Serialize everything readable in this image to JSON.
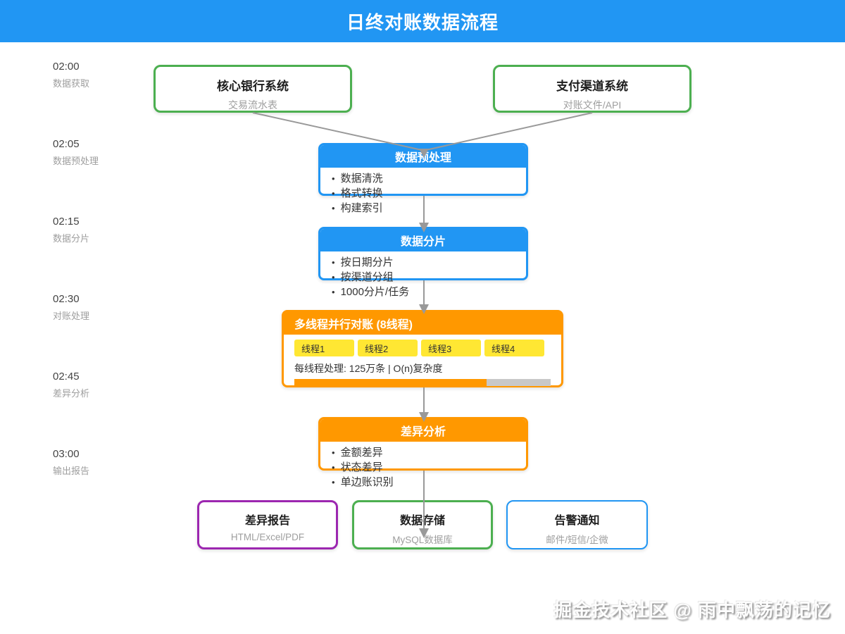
{
  "header": {
    "title": "日终对账数据流程"
  },
  "timeline": [
    {
      "time": "02:00",
      "label": "数据获取"
    },
    {
      "time": "02:05",
      "label": "数据预处理"
    },
    {
      "time": "02:15",
      "label": "数据分片"
    },
    {
      "time": "02:30",
      "label": "对账处理"
    },
    {
      "time": "02:45",
      "label": "差异分析"
    },
    {
      "time": "03:00",
      "label": "输出报告"
    }
  ],
  "sources": [
    {
      "title": "核心银行系统",
      "subtitle": "交易流水表"
    },
    {
      "title": "支付渠道系统",
      "subtitle": "对账文件/API"
    }
  ],
  "preprocess": {
    "title": "数据预处理",
    "items": [
      "数据清洗",
      "格式转换",
      "构建索引"
    ]
  },
  "sharding": {
    "title": "数据分片",
    "items": [
      "按日期分片",
      "按渠道分组",
      "1000分片/任务"
    ]
  },
  "parallel": {
    "title": "多线程并行对账 (8线程)",
    "threads": [
      "线程1",
      "线程2",
      "线程3",
      "线程4"
    ],
    "note": "每线程处理: 125万条 | O(n)复杂度",
    "progress_percent": 75
  },
  "diff": {
    "title": "差异分析",
    "items": [
      "金额差异",
      "状态差异",
      "单边账识别"
    ]
  },
  "outputs": [
    {
      "title": "差异报告",
      "subtitle": "HTML/Excel/PDF"
    },
    {
      "title": "数据存储",
      "subtitle": "MySQL数据库"
    },
    {
      "title": "告警通知",
      "subtitle": "邮件/短信/企微"
    }
  ],
  "watermark": "掘金技术社区 @ 雨中飘荡的记忆",
  "colors": {
    "primary_blue": "#2196F3",
    "green": "#4CAF50",
    "orange": "#FF9800",
    "yellow": "#FFE733",
    "purple": "#9C27B0",
    "connector_gray": "#999999",
    "progress_track": "#c8c8c8"
  }
}
